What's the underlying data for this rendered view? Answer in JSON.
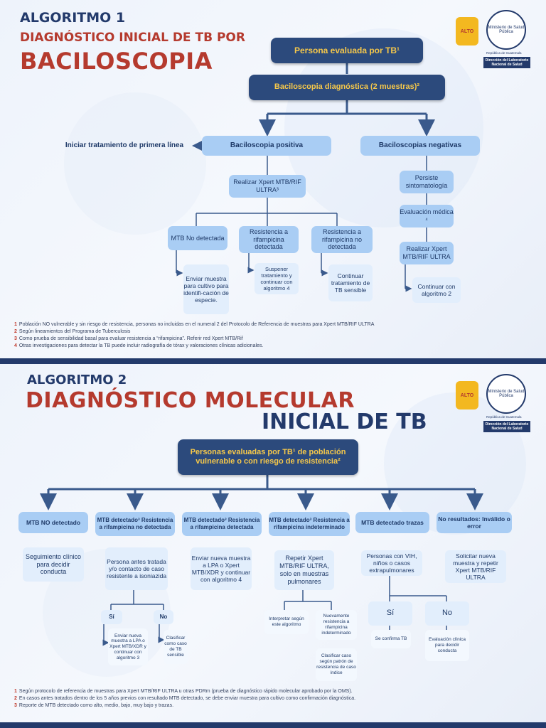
{
  "a1": {
    "algo": "ALGORITMO 1",
    "subtitle": "DIAGNÓSTICO INICIAL DE TB POR",
    "title": "BACILOSCOPIA",
    "logos": {
      "alto": "ALTO",
      "ministerio": "Ministerio de Salud Pública",
      "republica": "República de Guatemala",
      "dln": "Dirección del Laboratorio Nacional de Salud"
    },
    "nodes": {
      "persona": "Persona evaluada por TB¹",
      "bacilo": "Baciloscopia diagnóstica (2 muestras)²",
      "iniciar": "Iniciar tratamiento de primera línea",
      "positiva": "Baciloscopia positiva",
      "negativas": "Baciloscopias negativas",
      "xpert": "Realizar Xpert MTB/RIF ULTRA³",
      "mtbnd": "MTB No detectada",
      "rdet": "Resistencia a rifampicina detectada",
      "rnodet": "Resistencia a rifampicina no detectada",
      "enviar": "Enviar muestra para cultivo para identifi-cación de especie.",
      "suspender": "Suspener tratamiento y continuar con algoritmo 4",
      "continuar": "Continuar tratamiento de TB sensible",
      "persiste": "Persiste sintomatología",
      "evaluacion": "Evaluación médica ⁴",
      "xpert2": "Realizar Xpert MTB/RIF ULTRA",
      "cont2": "Continuar con algoritmo 2"
    },
    "notes": [
      {
        "n": "1",
        "t": "Población NO vulnerable y sin riesgo de resistencia, personas no incluidas en el numeral 2 del Protocolo de Referencia de muestras para Xpert MTB/RIF ULTRA"
      },
      {
        "n": "2",
        "t": "Según lineamientos del Programa de Tuberculosis"
      },
      {
        "n": "3",
        "t": "Como prueba de sensibilidad basal para evaluar resistencia a “rifampicina”. Referir red Xpert MTB/Rif"
      },
      {
        "n": "4",
        "t": "Otras investigaciones para detectar la TB puede incluir radiografía de tórax y valoraciones clínicas adicionales."
      }
    ]
  },
  "a2": {
    "algo": "ALGORITMO 2",
    "title1": "DIAGNÓSTICO MOLECULAR",
    "title2": "INICIAL DE TB",
    "logos": {
      "alto": "ALTO",
      "ministerio": "Ministerio de Salud Pública",
      "republica": "República de Guatemala",
      "dln": "Dirección del Laboratorio Nacional de Salud"
    },
    "nodes": {
      "top": "Personas evaluadas por TB¹ de población vulnerable o con riesgo de resistencia²",
      "c1": "MTB NO detectado",
      "c2": "MTB detectado³ Resistencia a rifampicina no detectada",
      "c3": "MTB detectado³ Resistencia a rifampicina detectada",
      "c4": "MTB detectado³ Resistencia a rifampicina indeterminado",
      "c5": "MTB detectado trazas",
      "c6": "No resultados: Inválido o error",
      "d1": "Seguimiento clínico para decidir conducta",
      "d2": "Persona antes tratada y/o contacto de caso resistente a isoniazida",
      "d3": "Enviar nueva muestra a LPA o Xpert MTB/XDR y continuar con algoritmo 4",
      "d4": "Repetir Xpert MTB/RIF ULTRA, solo en muestras pulmonares",
      "d5": "Personas con VIH, niños o casos extrapulmonares",
      "d6": "Solicitar nueva muestra y repetir Xpert MTB/RIF ULTRA",
      "si": "Sí",
      "no": "No",
      "e1": "Enviar nueva muestra a LPA o Xpert MTB/XDR y continuar con algoritmo 3",
      "e2": "Clasificar como caso de TB sensible",
      "f1": "Interpretar según este algoritmo",
      "f2": "Nuevamente resistencia a rifampicina indeterminado",
      "f3": "Clasificar caso según patrón de resistencia de caso índice",
      "si2": "Sí",
      "no2": "No",
      "g1": "Se confirma TB",
      "g2": "Evaluación clínica para decidir conducta"
    },
    "notes": [
      {
        "n": "1",
        "t": "Según protocolo de referencia de muestras para Xpert MTB/RIF ULTRA u otras PDRm (prueba de diagnóstico rápido molecular aprobado por la OMS)."
      },
      {
        "n": "2",
        "t": "En casos antes tratados dentro de los 5 años previos con resultado MTB detectado, se debe enviar muestra para cultivo como confirmación diagnóstica."
      },
      {
        "n": "3",
        "t": "Reporte de MTB detectado como alto, medio, bajo, muy bajo y trazas."
      }
    ]
  }
}
